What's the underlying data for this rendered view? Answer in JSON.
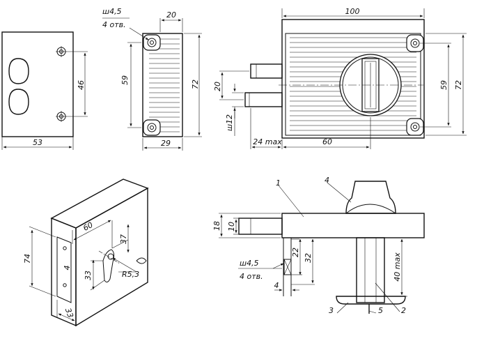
{
  "top_left_view": {
    "dim_width": "53",
    "dim_hole_spacing": "46"
  },
  "top_middle_view": {
    "hole_note_line1": "ш4,5",
    "hole_note_line2": "4 отв.",
    "dim_top": "20",
    "dim_left": "59",
    "dim_right": "72",
    "dim_bottom": "29"
  },
  "top_right_view": {
    "dim_top": "100",
    "dim_bolt_spacing": "20",
    "dim_bolt_dia": "ш12",
    "dim_throw": "24 max",
    "dim_center": "60",
    "dim_hole_spacing": "59",
    "dim_height": "72"
  },
  "iso_view": {
    "dim_60": "60",
    "dim_37": "37",
    "dim_74": "74",
    "dim_33_left": "33",
    "dim_33_bottom": "33",
    "dim_radius": "R5,3",
    "dim_4": "4"
  },
  "section_view": {
    "label_1": "1",
    "label_2": "2",
    "label_3": "3",
    "label_4": "4",
    "label_5": "5",
    "dim_18": "18",
    "dim_10": "10",
    "dim_22": "22",
    "dim_32": "32",
    "dim_40max": "40 max",
    "dim_4": "4",
    "hole_note_line1": "ш4,5",
    "hole_note_line2": "4 отв."
  }
}
